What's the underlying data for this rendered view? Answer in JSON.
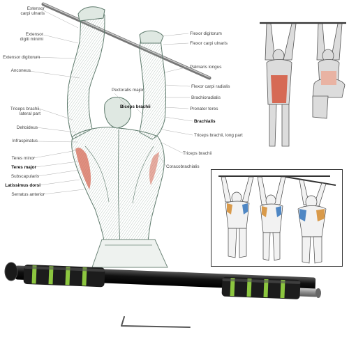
{
  "labels_left": [
    {
      "id": "ext-carpi-ulnaris",
      "text": "Extensor carpi ulnaris"
    },
    {
      "id": "ext-digiti-minimi",
      "text": "Extensor digiti minimi"
    },
    {
      "id": "ext-digitorum",
      "text": "Extensor digitorum"
    },
    {
      "id": "anconeus",
      "text": "Anconeus"
    },
    {
      "id": "triceps-lateral",
      "text": "Triceps brachii, lateral part"
    },
    {
      "id": "deltoideus",
      "text": "Deltoideus"
    },
    {
      "id": "infraspinatus",
      "text": "Infraspinatus"
    },
    {
      "id": "teres-minor",
      "text": "Teres minor"
    },
    {
      "id": "teres-major",
      "text": "Teres major"
    },
    {
      "id": "subscapularis",
      "text": "Subscapularis"
    },
    {
      "id": "latissimus-dorsi",
      "text": "Latissimus dorsi"
    },
    {
      "id": "serratus-anterior",
      "text": "Serratus anterior"
    }
  ],
  "labels_right": [
    {
      "id": "flexor-digitorum",
      "text": "Flexor digitorum"
    },
    {
      "id": "flexor-carpi-ulnaris",
      "text": "Flexor carpi ulnaris"
    },
    {
      "id": "palmaris-longus",
      "text": "Palmaris longus"
    },
    {
      "id": "flexor-carpi-radialis",
      "text": "Flexor carpi radialis"
    },
    {
      "id": "brachioradialis",
      "text": "Brachioradialis"
    },
    {
      "id": "pronator-teres",
      "text": "Pronator teres"
    },
    {
      "id": "brachialis",
      "text": "Brachialis"
    },
    {
      "id": "triceps-brachii-long",
      "text": "Triceps brachii, long part"
    },
    {
      "id": "triceps-brachii",
      "text": "Triceps brachii"
    },
    {
      "id": "coracobrachialis",
      "text": "Coracobrachialis"
    }
  ],
  "labels_center": [
    {
      "id": "pectoralis-major",
      "text": "Pectoralis major"
    },
    {
      "id": "biceps-brachii",
      "text": "Biceps brachii"
    }
  ],
  "colors": {
    "muscle_red": "#d66a55",
    "muscle_light": "#e9b3a3",
    "muscle_blue": "#4f87c4",
    "muscle_orange": "#d99a4a",
    "sketch_green": "#8ca89a",
    "foam_black": "#1c1c1c",
    "foam_green": "#8cc63f",
    "bar_metal": "#9a9a9a"
  },
  "icons": [
    "pullup-bar-icon",
    "hex-key-icon"
  ]
}
